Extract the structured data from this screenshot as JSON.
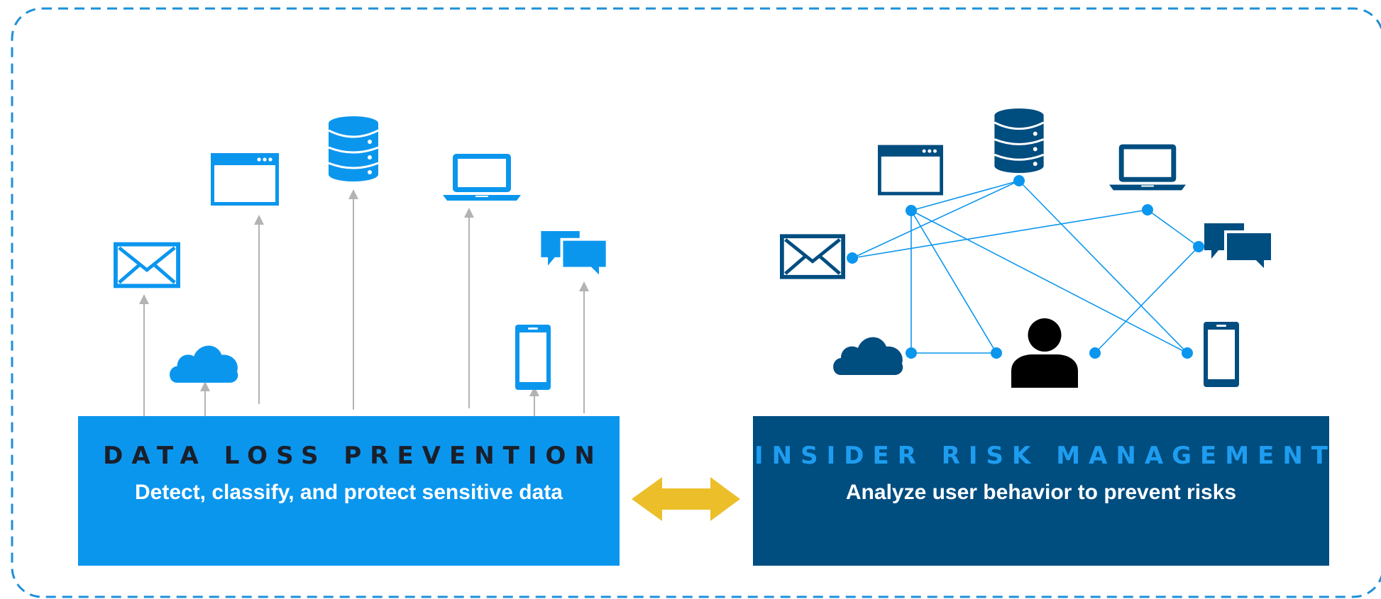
{
  "dlp": {
    "title": "DATA LOSS PREVENTION",
    "subtitle": "Detect, classify, and protect sensitive data"
  },
  "irm": {
    "title": "INSIDER RISK MANAGEMENT",
    "subtitle": "Analyze user behavior to prevent risks"
  },
  "colors": {
    "dlp_blue": "#0b96ee",
    "irm_navy": "#004d80",
    "irm_title_blue": "#1e9df0",
    "connector_gold": "#ecbf2a",
    "border_dash": "#1d8fd8",
    "arrow_gray": "#b3b3b3",
    "user_black": "#000000"
  },
  "icons": {
    "dlp_side": [
      "email-icon",
      "cloud-icon",
      "browser-window-icon",
      "database-icon",
      "laptop-icon",
      "mobile-phone-icon",
      "chat-bubbles-icon"
    ],
    "irm_side": [
      "browser-window-icon",
      "database-icon",
      "laptop-icon",
      "email-icon",
      "chat-bubbles-icon",
      "cloud-icon",
      "user-icon",
      "mobile-phone-icon"
    ]
  }
}
